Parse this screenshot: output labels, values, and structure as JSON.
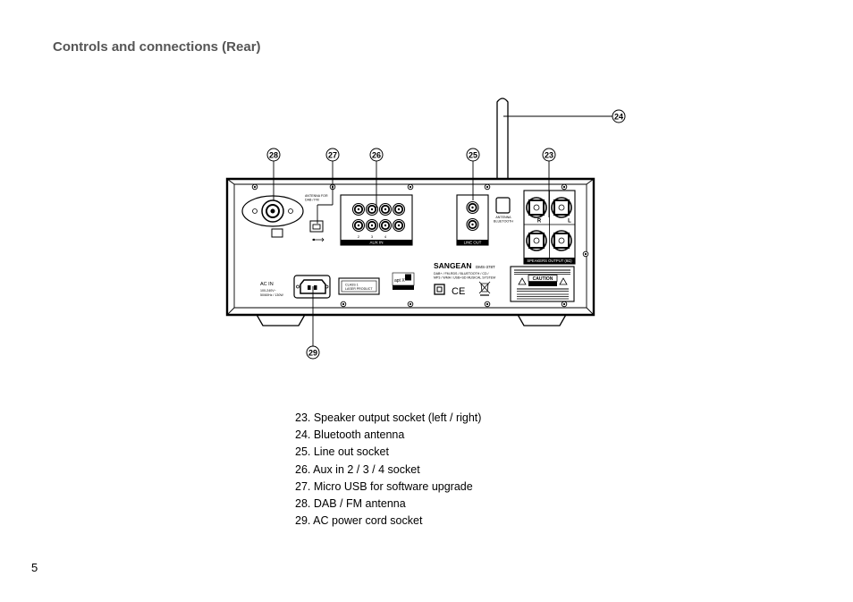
{
  "page": {
    "heading": "Controls and connections (Rear)",
    "page_number": "5"
  },
  "callouts": [
    "28",
    "27",
    "26",
    "25",
    "23",
    "24",
    "29"
  ],
  "panel": {
    "antenna_dab_label": [
      "ANTENNA FOR",
      "DAB / FM"
    ],
    "aux_label": "AUX IN",
    "aux_numbers": [
      "2",
      "3",
      "4"
    ],
    "line_out_label": "LINE OUT",
    "bt_antenna_label": [
      "ANTENNA",
      "BLUETOOTH"
    ],
    "speaker_label": "SPEAKERS OUTPUT (8Ω)",
    "speaker_r": "R",
    "speaker_l": "L",
    "ac_in_label": "AC IN",
    "ac_spec": [
      "100-240V~",
      "50/60Hz / 130W"
    ],
    "class_label": [
      "CLASS 1",
      "LASER PRODUCT"
    ],
    "aptx_label": "apt X",
    "brand": "SANGEAN",
    "model": "DMS-378T",
    "description": [
      "DAB+ / FM-RDS / BLUETOOTH / CD /",
      "MP3 / WMA / USB+SD MUSICAL SYSTEM"
    ],
    "ce_mark": "CE",
    "caution": "CAUTION"
  },
  "legend": [
    "23. Speaker output socket (left / right)",
    "24. Bluetooth antenna",
    "25. Line out socket",
    "26. Aux in 2 / 3 / 4 socket",
    "27. Micro USB for software upgrade",
    "28. DAB / FM antenna",
    "29. AC power cord socket"
  ]
}
